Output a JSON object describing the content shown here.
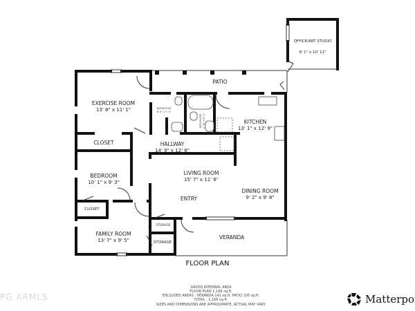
{
  "rooms": {
    "office": {
      "name": "OFFICE/ART STUDIO",
      "dims": "9' 1\" x 10' 11\""
    },
    "patio": {
      "name": "PATIO"
    },
    "exercise": {
      "name": "EXERCISE ROOM",
      "dims": "13' 8\" x 11' 1\""
    },
    "bathroom1": {
      "name": "BATHROOM",
      "dims": "6' 5\" x 7' 0\""
    },
    "bathroom2": {
      "name": "BATHROOM",
      "dims": "4' 11\" x 8' 1\""
    },
    "kitchen": {
      "name": "KITCHEN",
      "dims": "13' 1\" x 12' 9\""
    },
    "closet1": {
      "name": "CLOSET"
    },
    "hallway": {
      "name": "HALLWAY",
      "dims": "14' 9\" x 12' 6\""
    },
    "bedroom": {
      "name": "BEDROOM",
      "dims": "10' 1\" x 9' 3\""
    },
    "living": {
      "name": "LIVING ROOM",
      "dims": "15' 7\" x 11' 8\""
    },
    "dining": {
      "name": "DINING ROOM",
      "dims": "9' 2\" x 9' 8\""
    },
    "entry": {
      "name": "ENTRY"
    },
    "closet2": {
      "name": "CLOSET"
    },
    "storage1": {
      "name": "STORAGE"
    },
    "storage2": {
      "name": "STORAGE"
    },
    "family": {
      "name": "FAMILY ROOM",
      "dims": "13' 7\" x 9' 5\""
    },
    "veranda": {
      "name": "VERANDA"
    }
  },
  "plan_title": "FLOOR PLAN",
  "area_summary": {
    "line1": "GROSS INTERNAL AREA",
    "line2": "FLOOR PLAN 1,166 sq.ft.",
    "line3": "EXCLUDED AREAS :  VERANDA 141 sq.ft.   PATIO 105 sq.ft.",
    "line4": "TOTAL :  1,166 sq.ft.",
    "disclaimer": "SIZES AND DIMENSIONS ARE APPROXIMATE, ACTUAL MAY VARY."
  },
  "watermark": "PG ARMLS",
  "brand": {
    "name": "Matterport",
    "logo_icon": "matterport-logo-icon"
  }
}
